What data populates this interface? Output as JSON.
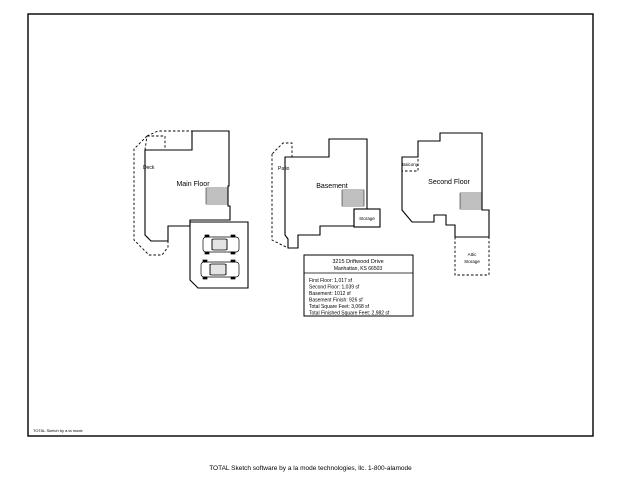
{
  "software_note": "TOTAL Sketch by a la mode",
  "footer": "TOTAL Sketch software by a la mode technologies, llc. 1-800-alamode",
  "plans": {
    "main_floor": {
      "title": "Main Floor",
      "deck_label": "Deck"
    },
    "basement": {
      "title": "Basement",
      "patio_label": "Patio",
      "storage_label": "Storage"
    },
    "second_floor": {
      "title": "Second Floor",
      "balcony_label": "Balcony",
      "attic_storage_line1": "Attic",
      "attic_storage_line2": "Storage"
    }
  },
  "info_box": {
    "address": "3215 Driftwood Drive",
    "city_state_zip": "Manhattan, KS 66503",
    "lines": [
      "First Floor: 1,017 sf",
      "Second Floor: 1,039 sf",
      "Basement: 1012 sf",
      "Basement Finish: 926 sf",
      "Total Square Feet: 3,068 sf",
      "Total Finished Square Feet: 2,982 sf"
    ]
  }
}
